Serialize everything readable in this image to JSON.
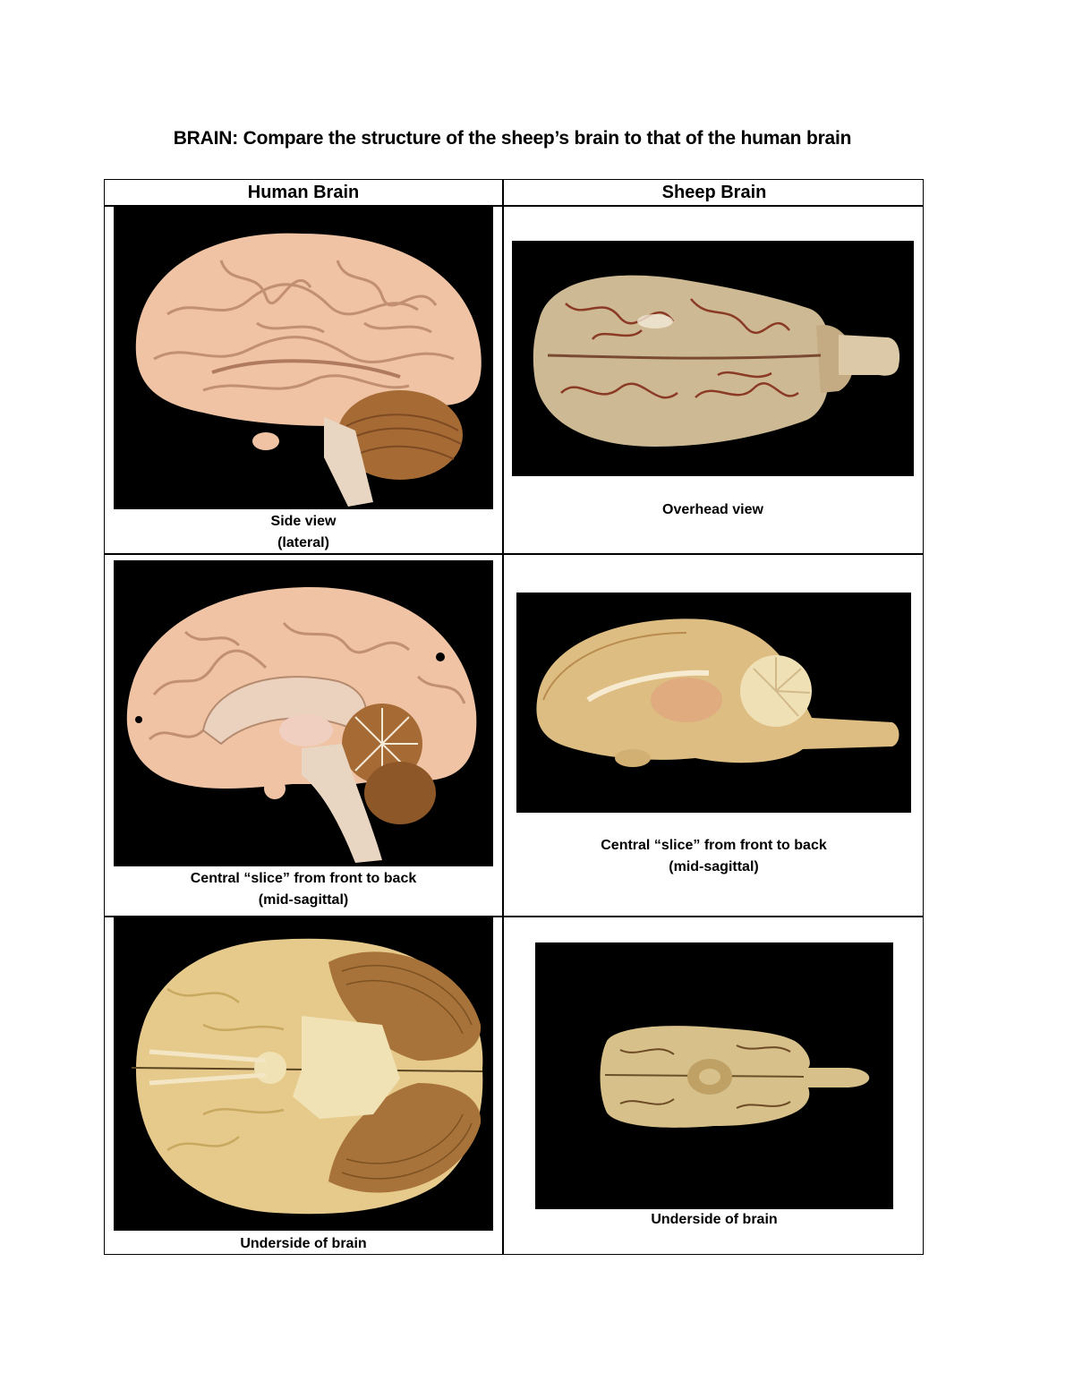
{
  "title": "BRAIN: Compare the structure of the sheep’s brain to that of the human brain",
  "headers": {
    "human": "Human Brain",
    "sheep": "Sheep Brain"
  },
  "rows": [
    {
      "human_caption": [
        "Side view",
        "(lateral)"
      ],
      "sheep_caption": [
        "Overhead view"
      ]
    },
    {
      "human_caption": [
        "Central “slice” from front to back",
        "(mid-sagittal)"
      ],
      "sheep_caption": [
        "Central “slice” from front to back",
        "(mid-sagittal)"
      ]
    },
    {
      "human_caption": [
        "Underside of brain"
      ],
      "sheep_caption": [
        "Underside of brain"
      ]
    }
  ],
  "colors": {
    "photo_background": "#000000",
    "human_cortex": "#efc3a4",
    "human_cerebellum": "#a66a35",
    "sheep_tissue": "#cdb993",
    "human_underside": "#e6ca8c"
  }
}
